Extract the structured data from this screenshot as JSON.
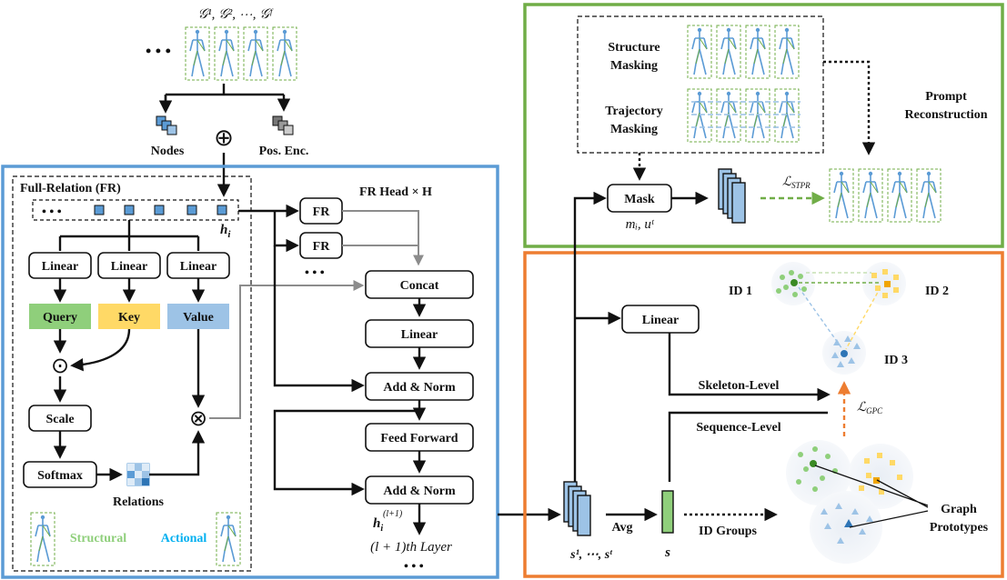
{
  "top": {
    "graph_seq": "𝒢¹, 𝒢², ⋯, 𝒢ᶠ",
    "ellipsis": "• • •",
    "nodes": "Nodes",
    "pos_enc": "Pos. Enc.",
    "oplus": "⊕"
  },
  "fr_block": {
    "title": "Full-Relation (FR)",
    "token_dots": "• • •",
    "h_i": "h",
    "h_i_sub": "i",
    "linear": "Linear",
    "query": "Query",
    "key": "Key",
    "value": "Value",
    "odot": "⊙",
    "otimes": "⊗",
    "scale": "Scale",
    "softmax": "Softmax",
    "relations": "Relations",
    "structural": "Structural",
    "actional": "Actional"
  },
  "head_block": {
    "title": "FR Head × H",
    "fr": "FR",
    "dots": "• • •",
    "concat": "Concat",
    "linear": "Linear",
    "add_norm": "Add & Norm",
    "feed_forward": "Feed Forward",
    "out_h": "h",
    "out_sup": "(l+1)",
    "out_sub": "i",
    "next_layer": "(l + 1)th Layer",
    "next_dots": "• • •"
  },
  "prompt_block": {
    "structure_masking": [
      "Structure",
      "Masking"
    ],
    "trajectory_masking": [
      "Trajectory",
      "Masking"
    ],
    "prompt_reconstruction": [
      "Prompt",
      "Reconstruction"
    ],
    "mask": "Mask",
    "mask_sub": "mᵢ, uᵗ",
    "loss_stpr": "ℒSTPR"
  },
  "proto_block": {
    "linear": "Linear",
    "id1": "ID 1",
    "id2": "ID 2",
    "id3": "ID 3",
    "skeleton_level": "Skeleton-Level",
    "sequence_level": "Sequence-Level",
    "loss_gpc": "ℒGPC",
    "seq_in": "s¹, ⋯, sᵗ",
    "avg": "Avg",
    "s": "s",
    "id_groups": "ID Groups",
    "graph_prototypes": [
      "Graph",
      "Prototypes"
    ]
  },
  "colors": {
    "blue_frame": "#5b9bd5",
    "green_frame": "#70ad47",
    "orange_frame": "#ed7d31",
    "query": "#8fcf7b",
    "key": "#ffd966",
    "value": "#9dc3e6",
    "token": "#5b9bd5"
  }
}
